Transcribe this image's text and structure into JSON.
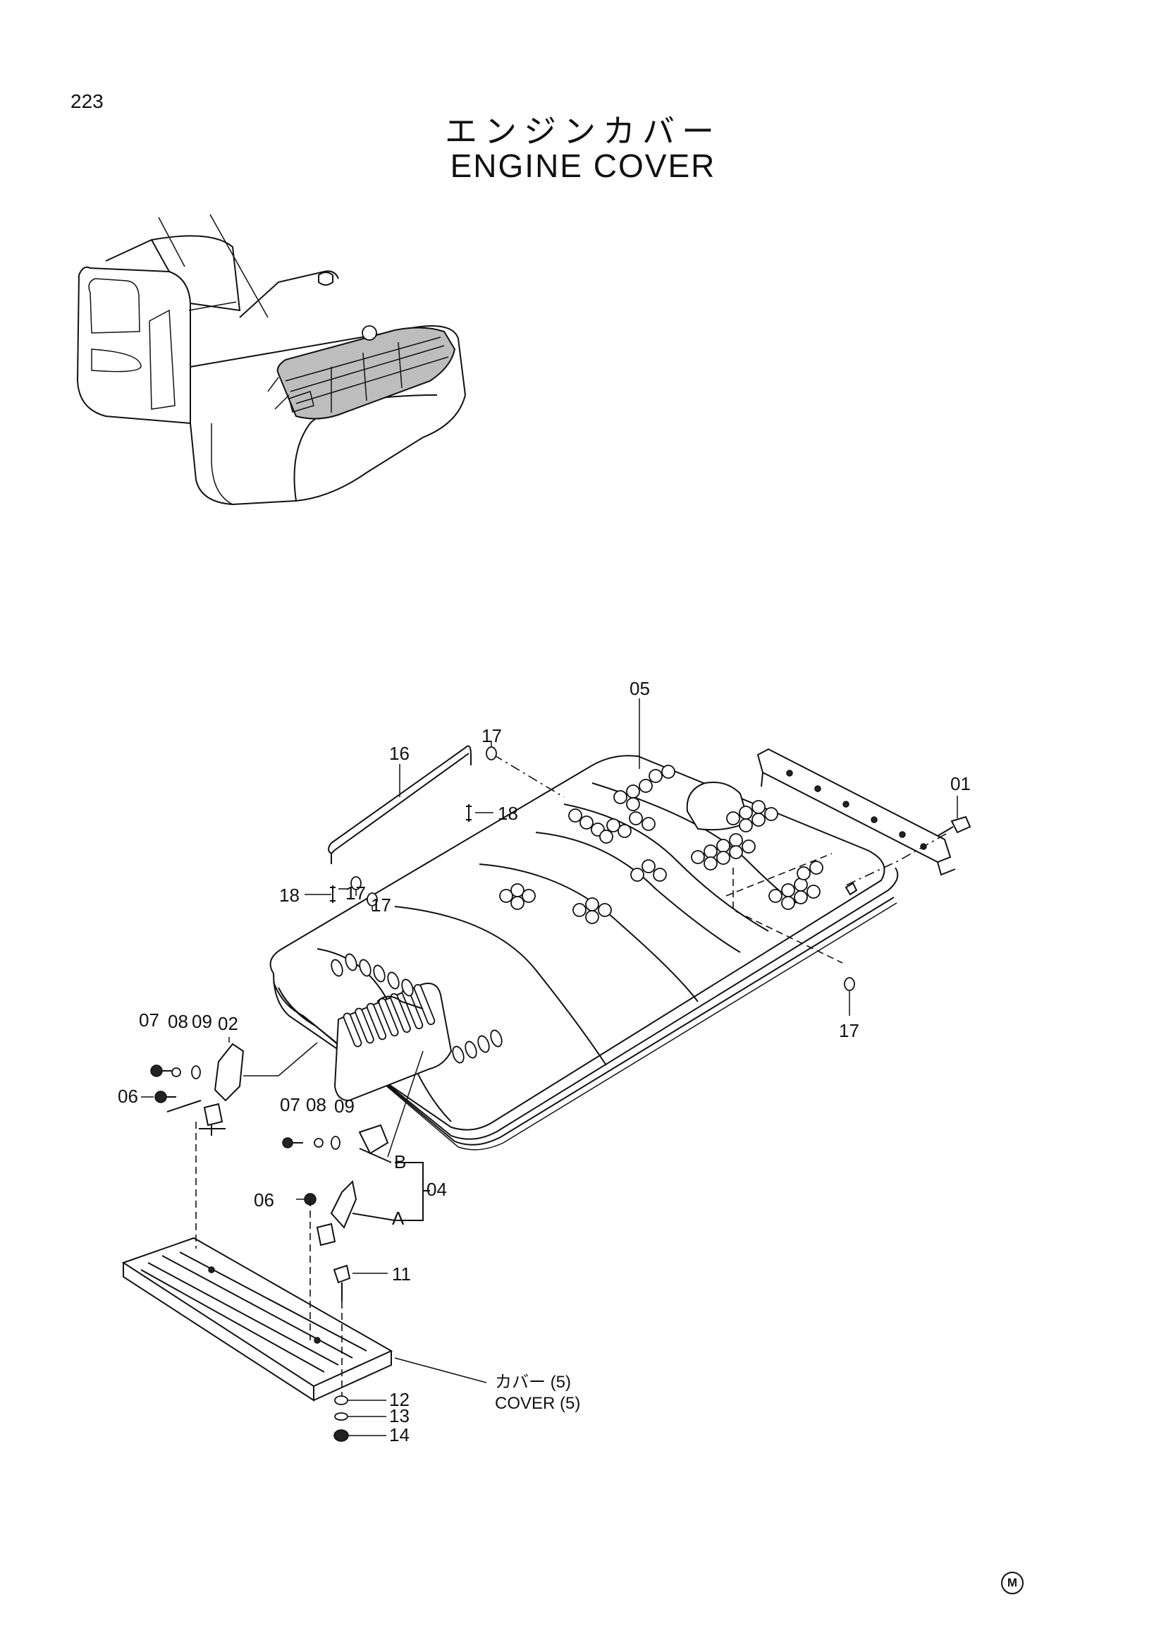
{
  "page_number": "223",
  "title_ja": "エンジンカバー",
  "title_en": "ENGINE  COVER",
  "labels": {
    "p01": "01",
    "p02": "02",
    "p04": "04",
    "p05": "05",
    "p06a": "06",
    "p06b": "06",
    "p07a": "07",
    "p07b": "07",
    "p08a": "08",
    "p08b": "08",
    "p09a": "09",
    "p09b": "09",
    "p11": "11",
    "p12": "12",
    "p13": "13",
    "p14": "14",
    "p16": "16",
    "p17a": "17",
    "p17b": "17",
    "p17c": "17",
    "p17d": "17",
    "p18a": "18",
    "p18b": "18",
    "sub_a": "A",
    "sub_b": "B",
    "cover_ja": "カバー (5)",
    "cover_en": "COVER (5)"
  },
  "corner_mark": "M"
}
